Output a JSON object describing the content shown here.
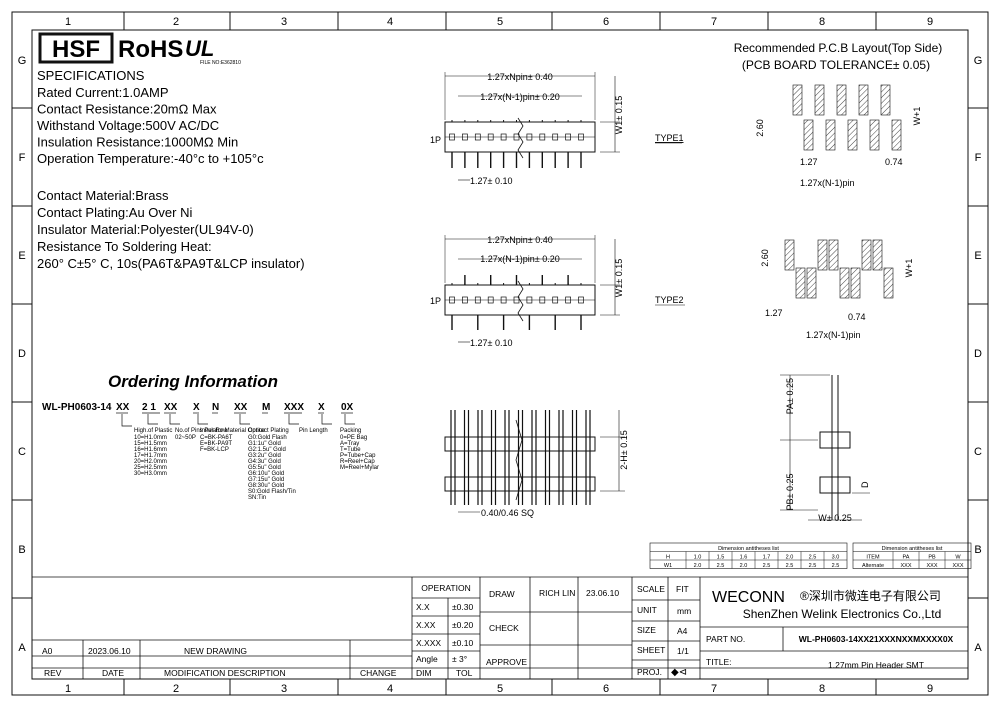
{
  "colors": {
    "line": "#111111",
    "hatch": "#444444",
    "bg": "#ffffff"
  },
  "grid": {
    "columns": [
      "1",
      "2",
      "3",
      "4",
      "5",
      "6",
      "7",
      "8",
      "9"
    ],
    "rows": [
      "G",
      "F",
      "E",
      "D",
      "C",
      "B",
      "A"
    ]
  },
  "logos": {
    "hsf": "HSF",
    "rohs": "RoHS",
    "ul": "UL",
    "ul_file": "FILE NO:E362810"
  },
  "specs": {
    "title": "SPECIFICATIONS",
    "lines": [
      "Rated Current:1.0AMP",
      "Contact Resistance:20mΩ Max",
      "Withstand Voltage:500V AC/DC",
      "Insulation Resistance:1000MΩ Min",
      "Operation Temperature:-40°c to +105°c"
    ],
    "material_lines": [
      "Contact Material:Brass",
      "Contact Plating:Au Over Ni",
      "Insulator Material:Polyester(UL94V-0)",
      "Resistance To Soldering Heat:",
      "260° C±5° C, 10s(PA6T&PA9T&LCP insulator)"
    ]
  },
  "ordering": {
    "title": "Ordering Information",
    "code_prefix": "WL-PH0603-14",
    "code_parts": [
      "XX",
      "2 1",
      "XX",
      "X",
      "N",
      "XX",
      "M",
      "XXX",
      "X",
      "0X"
    ],
    "height_title": "High.of Plastic",
    "height_options": [
      "10=H1.0mm",
      "15=H1.5mm",
      "16=H1.6mm",
      "17=H1.7mm",
      "20=H2.0mm",
      "25=H2.5mm",
      "30=H3.0mm"
    ],
    "pins_title": "No.of Pins Per Row",
    "pins_options": [
      "02~50P"
    ],
    "insulator_title": "Insulator Material Option",
    "insulator_options": [
      "C=BK-PA6T",
      "E=BK-PA9T",
      "F=BK-LCP"
    ],
    "plating_title": "Contact Plating",
    "plating_options": [
      "G0:Gold Flash",
      "G1:1u\" Gold",
      "G2:1.5u\" Gold",
      "G3:2u\" Gold",
      "G4:3u\" Gold",
      "G5:5u\" Gold",
      "G6:10u\" Gold",
      "G7:15u\" Gold",
      "G8:30u\" Gold",
      "S0:Gold Flash/Tin",
      "SN:Tin"
    ],
    "pinlength_title": "Pin Length",
    "packing_title": "Packing",
    "packing_options": [
      "0=PE Bag",
      "A=Tray",
      "T=Tube",
      "P=Tube+Cap",
      "R=Reel+Cap",
      "M=Reel+Mylar"
    ]
  },
  "views": {
    "top_dim1": "1.27xNpin± 0.40",
    "top_dim2": "1.27x(N-1)pin± 0.20",
    "w1_dim": "W1± 0.15",
    "pitch_dim": "1.27± 0.10",
    "pin1": "1P",
    "type1": "TYPE1",
    "type2": "TYPE2",
    "h_dim": "2-H± 0.15",
    "sq_dim": "0.40/0.46 SQ",
    "pa_dim": "PA± 0.25",
    "pb_dim": "PB± 0.25",
    "d_dim": "D",
    "w_dim": "W± 0.25"
  },
  "pcb": {
    "title": "Recommended P.C.B Layout(Top Side)",
    "subtitle": "(PCB BOARD TOLERANCE± 0.05)",
    "d260": "2.60",
    "d127": "1.27",
    "d074": "0.74",
    "dpin": "1.27x(N-1)pin",
    "wplus": "W+1"
  },
  "dim_table1": {
    "title": "Dimension antitheses list",
    "rows": [
      [
        "H",
        "1.0",
        "1.5",
        "1.6",
        "1.7",
        "2.0",
        "2.5",
        "3.0"
      ],
      [
        "W1",
        "2.0",
        "2.5",
        "2.0",
        "2.5",
        "2.5",
        "2.5",
        "2.5"
      ]
    ]
  },
  "dim_table2": {
    "title": "Dimension antitheses list",
    "rows": [
      [
        "ITEM",
        "PA",
        "PB",
        "W"
      ],
      [
        "Alternate",
        "XXX",
        "XXX",
        "XXX"
      ]
    ]
  },
  "title_block": {
    "operation": "OPERATION",
    "tol_rows": [
      [
        "X.X",
        "±0.30"
      ],
      [
        "X.XX",
        "±0.20"
      ],
      [
        "X.XXX",
        "±0.10"
      ],
      [
        "Angle",
        "± 3°"
      ]
    ],
    "dim": "DIM",
    "tol": "TOL",
    "draw": "DRAW",
    "check": "CHECK",
    "approve": "APPROVE",
    "drawer": "RICH LIN",
    "draw_date": "23.06.10",
    "scale": "SCALE",
    "scale_val": "FIT",
    "unit": "UNIT",
    "unit_val": "mm",
    "size": "SIZE",
    "size_val": "A4",
    "sheet": "SHEET",
    "sheet_val": "1/1",
    "proj": "PROJ.",
    "company_en": "WECONN",
    "company_cn": "®深圳市微连电子有限公司",
    "company_full": "ShenZhen Welink Electronics Co.,Ltd",
    "part_no_label": "PART NO.",
    "part_no": "WL-PH0603-14XX21XXXNXXMXXXX0X",
    "title_label": "TITLE:",
    "title_val": "1.27mm Pin Header SMT",
    "rev": "REV",
    "date": "DATE",
    "mod_desc": "MODIFICATION DESCRIPTION",
    "change": "CHANGE",
    "rev_a0": "A0",
    "rev_date": "2023.06.10",
    "rev_desc": "NEW DRAWING"
  }
}
